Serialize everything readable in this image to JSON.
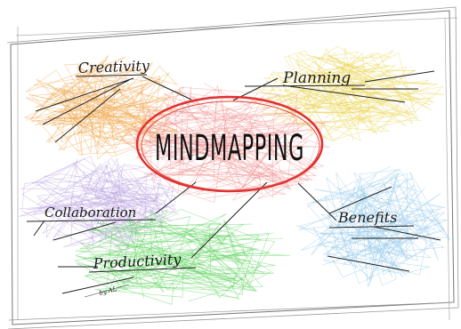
{
  "diagram": {
    "center": {
      "label": "MINDMAPPING",
      "ellipse_color": "#e0302f"
    },
    "branches": [
      {
        "label": "Creativity",
        "scribble_color": "#f0a040"
      },
      {
        "label": "Planning",
        "scribble_color": "#e9d44a"
      },
      {
        "label": "Collaboration",
        "scribble_color": "#b9a3e0"
      },
      {
        "label": "Productivity",
        "scribble_color": "#4fcf4f"
      },
      {
        "label": "Benefits",
        "scribble_color": "#8ec7ea"
      }
    ],
    "signature": "by AL",
    "paper_border_color": "#777777"
  }
}
